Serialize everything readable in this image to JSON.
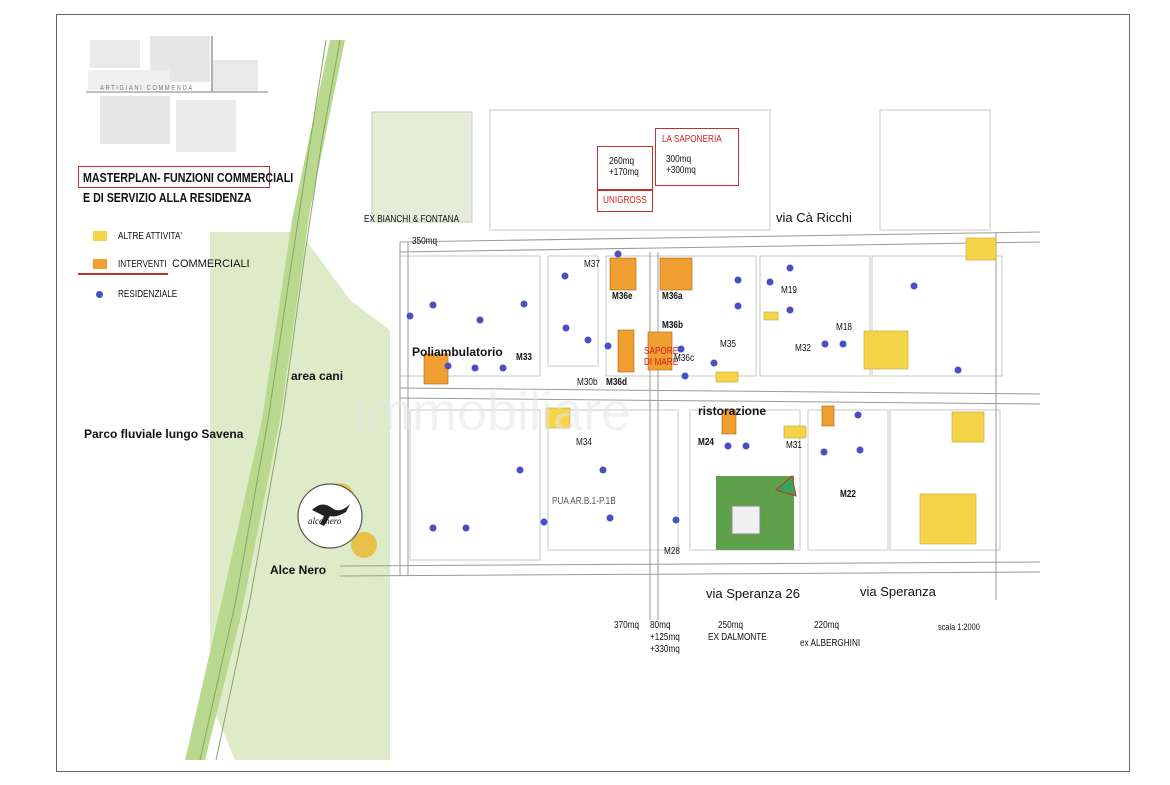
{
  "header": {
    "watermark_caption": "ARTIGIANI COMMENDA",
    "title_line1": "MASTERPLAN- FUNZIONI COMMERCIALI",
    "title_line2": "E DI SERVIZIO ALLA RESIDENZA"
  },
  "legend": [
    {
      "label": "ALTRE ATTIVITA'",
      "color": "#f5d547"
    },
    {
      "label": "INTERVENTI",
      "label2": "COMMERCIALI",
      "color": "#f0a030"
    },
    {
      "label": "RESIDENZIALE",
      "color": "#4a4fc4"
    }
  ],
  "streets": {
    "via_ca_ricchi": "via Cà Ricchi",
    "via_speranza_26": "via Speranza 26",
    "via_speranza": "via Speranza"
  },
  "places": {
    "ex_bianchi": "EX BIANCHI & FONTANA",
    "ex_bianchi_area": "350mq",
    "area_cani": "area cani",
    "poliambulatorio": "Poliambulatorio",
    "parco": "Parco fluviale lungo Savena",
    "alce_nero": "Alce Nero",
    "alce_nero_logo": "alce nero",
    "ristorazione": "ristorazione",
    "pua": "PUA AR.B.1-P.1B",
    "sapore_di_mare": "SAPORE DI MARE",
    "unigross": "UNIGROSS",
    "la_saponeria": "LA SAPONERIA"
  },
  "boxes": {
    "unigross_area": "260mq +170mq",
    "saponeria_area": "300mq +300mq"
  },
  "lots": [
    "M37",
    "M36e",
    "M36a",
    "M36b",
    "M36c",
    "M36d",
    "M30b",
    "M33",
    "M34",
    "M35",
    "M19",
    "M18",
    "M32",
    "M31",
    "M24",
    "M28",
    "M22"
  ],
  "areas_bottom": {
    "a370": "370mq",
    "a80": "80mq\n+125mq\n+330mq",
    "a250": "250mq",
    "ex_dalmonte": "EX DALMONTE",
    "a220": "220mq",
    "ex_alberghini": "ex ALBERGHINI",
    "scale": "scala 1:2000"
  },
  "colors": {
    "altre": "#f5d547",
    "interventi": "#f0a030",
    "residenziale": "#4a4fc4",
    "red": "#c2322c",
    "park_green": "#cfe3b0"
  }
}
